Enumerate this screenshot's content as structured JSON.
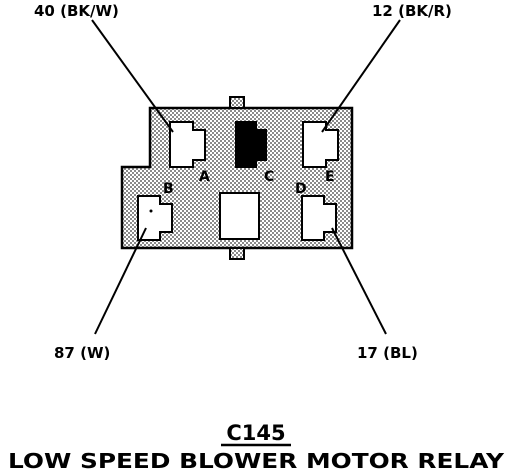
{
  "connector": {
    "id": "C145",
    "name": "LOW SPEED BLOWER MOTOR RELAY"
  },
  "pins": [
    {
      "letter": "A",
      "wire": "40 (BK/W)"
    },
    {
      "letter": "B",
      "wire": "87 (W)"
    },
    {
      "letter": "C",
      "wire": ""
    },
    {
      "letter": "D",
      "wire": "17 (BL)"
    },
    {
      "letter": "E",
      "wire": "12 (BK/R)"
    }
  ],
  "colors": {
    "line": "#000000",
    "body_fill": "#d4d4d4",
    "cavity_fill": "#ffffff",
    "plugged_fill": "#000000"
  }
}
